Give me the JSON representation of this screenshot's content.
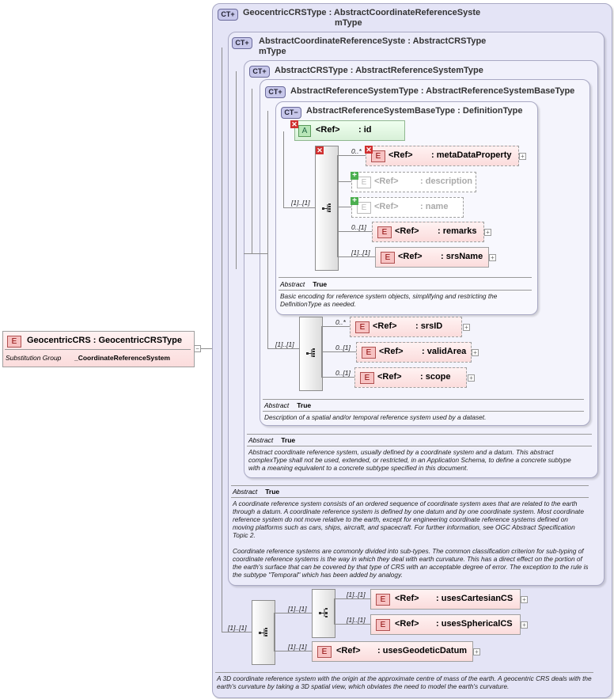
{
  "root": {
    "badge": "E",
    "title": "GeocentricCRS : GeocentricCRSType",
    "subst_label": "Substitution Group",
    "subst_value": "_CoordinateReferenceSystem",
    "collapse": "−"
  },
  "types": {
    "t1": {
      "badge": "CT+",
      "title_line1": "GeocentricCRSType : AbstractCoordinateReferenceSyste",
      "title_line2": "mType"
    },
    "t2": {
      "badge": "CT+",
      "title_line1": "AbstractCoordinateReferenceSyste : AbstractCRSType",
      "title_line2": "mType"
    },
    "t3": {
      "badge": "CT+",
      "title": "AbstractCRSType : AbstractReferenceSystemType"
    },
    "t4": {
      "badge": "CT+",
      "title": "AbstractReferenceSystemType : AbstractReferenceSystemBaseType"
    },
    "t5": {
      "badge": "CT−",
      "title": "AbstractReferenceSystemBaseType : DefinitionType"
    }
  },
  "attribute": {
    "badge": "A",
    "ref": "<Ref>",
    "name": ": id"
  },
  "base_elements": [
    {
      "card": "0..*",
      "badge": "E",
      "ref": "<Ref>",
      "name": ": metaDataProperty"
    },
    {
      "card": "",
      "badge": "E",
      "ref": "<Ref>",
      "name": ": description"
    },
    {
      "card": "",
      "badge": "E",
      "ref": "<Ref>",
      "name": ": name"
    },
    {
      "card": "0..[1]",
      "badge": "E",
      "ref": "<Ref>",
      "name": ": remarks"
    },
    {
      "card": "[1]..[1]",
      "badge": "E",
      "ref": "<Ref>",
      "name": ": srsName"
    }
  ],
  "base_seq_card": "[1]..[1]",
  "base_abstract": {
    "label": "Abstract",
    "value": "True"
  },
  "base_doc": "Basic encoding for reference system objects, simplifying and restricting the DefinitionType as needed.",
  "rs_elements": [
    {
      "card": "0..*",
      "badge": "E",
      "ref": "<Ref>",
      "name": ": srsID"
    },
    {
      "card": "0..[1]",
      "badge": "E",
      "ref": "<Ref>",
      "name": ": validArea"
    },
    {
      "card": "0..[1]",
      "badge": "E",
      "ref": "<Ref>",
      "name": ": scope"
    }
  ],
  "rs_seq_card": "[1]..[1]",
  "rs_abstract": {
    "label": "Abstract",
    "value": "True"
  },
  "rs_doc": "Description of a spatial and/or temporal reference system used by a dataset.",
  "crs_abstract": {
    "label": "Abstract",
    "value": "True"
  },
  "crs_doc": "Abstract coordinate reference system, usually defined by a coordinate system and a datum. This abstract complexType shall not be used, extended, or restricted, in an Application Schema, to define a concrete subtype with a meaning equivalent to a concrete subtype specified in this document.",
  "acrs_abstract": {
    "label": "Abstract",
    "value": "True"
  },
  "acrs_doc1": "A coordinate reference system consists of an ordered sequence of coordinate system axes that are related to the earth through a datum. A coordinate reference system is defined by one datum and by one coordinate system. Most coordinate reference system do not move relative to the earth, except for engineering coordinate reference systems defined on moving platforms such as cars, ships, aircraft, and spacecraft. For further information, see OGC Abstract Specification Topic 2.",
  "acrs_doc2": "Coordinate reference systems are commonly divided into sub-types. The common classification criterion for sub-typing of coordinate reference systems is the way in which they deal with earth curvature. This has a direct effect on the portion of the earth's surface that can be covered by that type of CRS with an acceptable degree of error. The exception to the rule is the subtype \"Temporal\" which has been added by analogy.",
  "geo_outer_card": "[1]..[1]",
  "geo_choice_card": "[1]..[1]",
  "geo_choice": [
    {
      "card": "[1]..[1]",
      "badge": "E",
      "ref": "<Ref>",
      "name": ": usesCartesianCS"
    },
    {
      "card": "[1]..[1]",
      "badge": "E",
      "ref": "<Ref>",
      "name": ": usesSphericalCS"
    }
  ],
  "geo_datum": {
    "card": "[1]..[1]",
    "badge": "E",
    "ref": "<Ref>",
    "name": ": usesGeodeticDatum"
  },
  "geo_doc": "A 3D coordinate reference system with the origin at the approximate centre of mass of the earth. A geocentric CRS deals with the earth's curvature by taking a 3D spatial view, which obviates the need to model the earth's curvature."
}
